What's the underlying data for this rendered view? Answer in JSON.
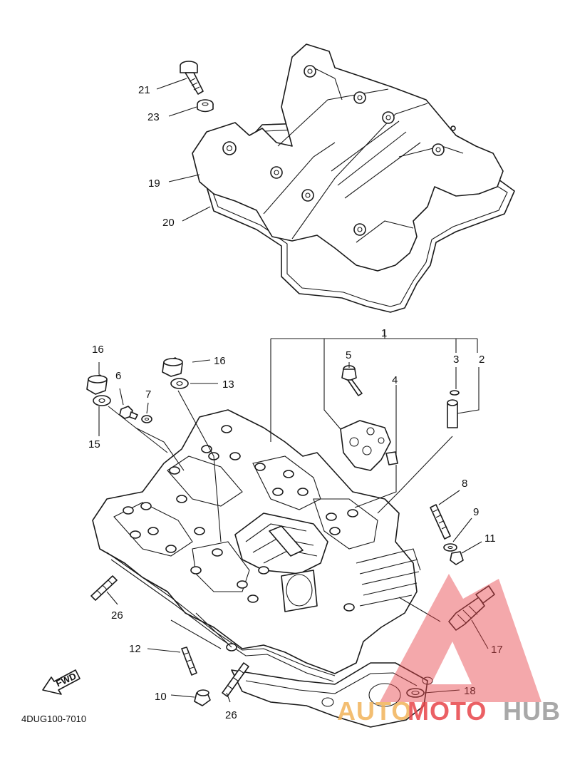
{
  "callouts": {
    "c21": "21",
    "c23": "23",
    "c19": "19",
    "c20": "20",
    "c1": "1",
    "c2": "2",
    "c3": "3",
    "c4": "4",
    "c5": "5",
    "c6": "6",
    "c7": "7",
    "c8": "8",
    "c9": "9",
    "c10": "10",
    "c11": "11",
    "c12": "12",
    "c13": "13",
    "c15": "15",
    "c16a": "16",
    "c16b": "16",
    "c17": "17",
    "c18": "18",
    "c26a": "26",
    "c26b": "26"
  },
  "fwd_label": "FWD",
  "diagram_code": "4DUG100-7010",
  "watermark": {
    "brand_auto": "AUTO",
    "brand_moto": "MOTO",
    "brand_hub": "HUB",
    "colors": {
      "triangle": "#e8454a",
      "auto": "#f2b35a",
      "moto": "#e8454a",
      "hub": "#9a9a9a"
    }
  }
}
